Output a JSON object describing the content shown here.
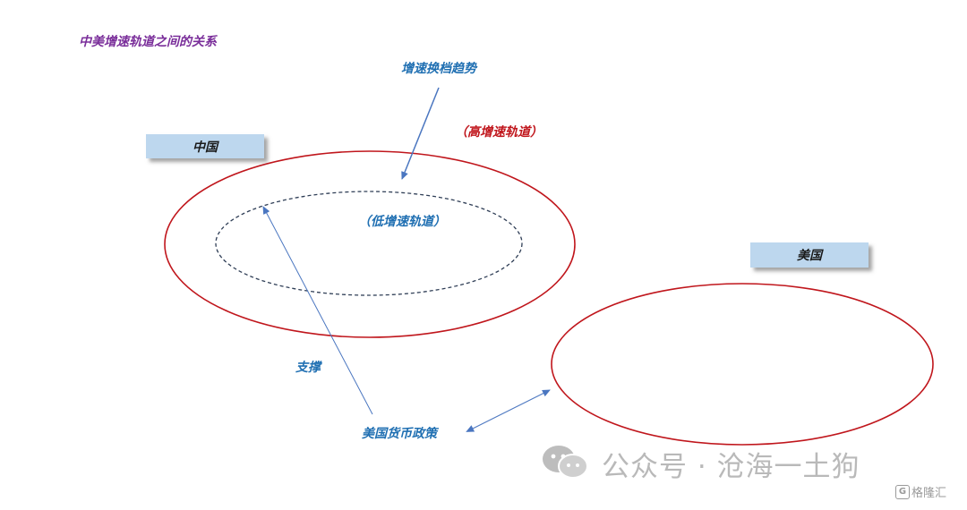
{
  "title": "中美增速轨道之间的关系",
  "labels": {
    "shift_trend": "增速换档趋势",
    "high_track": "（高增速轨道）",
    "low_track": "（低增速轨道）",
    "support": "支撑",
    "us_monetary_policy": "美国货币政策"
  },
  "countries": {
    "china": "中国",
    "usa": "美国"
  },
  "watermark": {
    "text": "公众号 · 沧海一土狗",
    "icon": "wechat-icon"
  },
  "corner_logo": {
    "glyph": "G",
    "text": "格隆汇"
  },
  "colors": {
    "title": "#7a2e9a",
    "blue_label": "#1f6fb2",
    "red_label": "#c0161c",
    "ellipse_red": "#c0161c",
    "ellipse_dashed": "#2f3e56",
    "arrow": "#4a76c0",
    "country_box": "#bdd7ee"
  }
}
